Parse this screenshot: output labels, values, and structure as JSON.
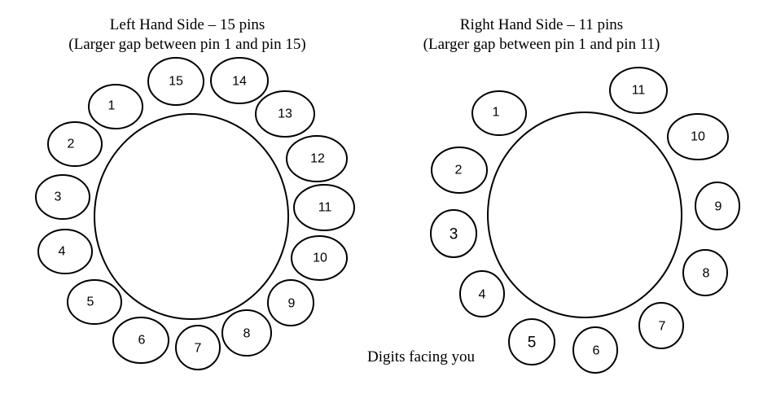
{
  "left": {
    "title": "Left Hand Side – 15 pins",
    "subtitle": "(Larger gap between pin 1 and pin 15)",
    "pins": [
      "1",
      "2",
      "3",
      "4",
      "5",
      "6",
      "7",
      "8",
      "9",
      "10",
      "11",
      "12",
      "13",
      "14",
      "15"
    ]
  },
  "right": {
    "title": "Right Hand Side – 11 pins",
    "subtitle": "(Larger gap between pin 1 and pin 11)",
    "pins": [
      "1",
      "2",
      "3",
      "4",
      "5",
      "6",
      "7",
      "8",
      "9",
      "10",
      "11"
    ]
  },
  "caption": "Digits facing you"
}
